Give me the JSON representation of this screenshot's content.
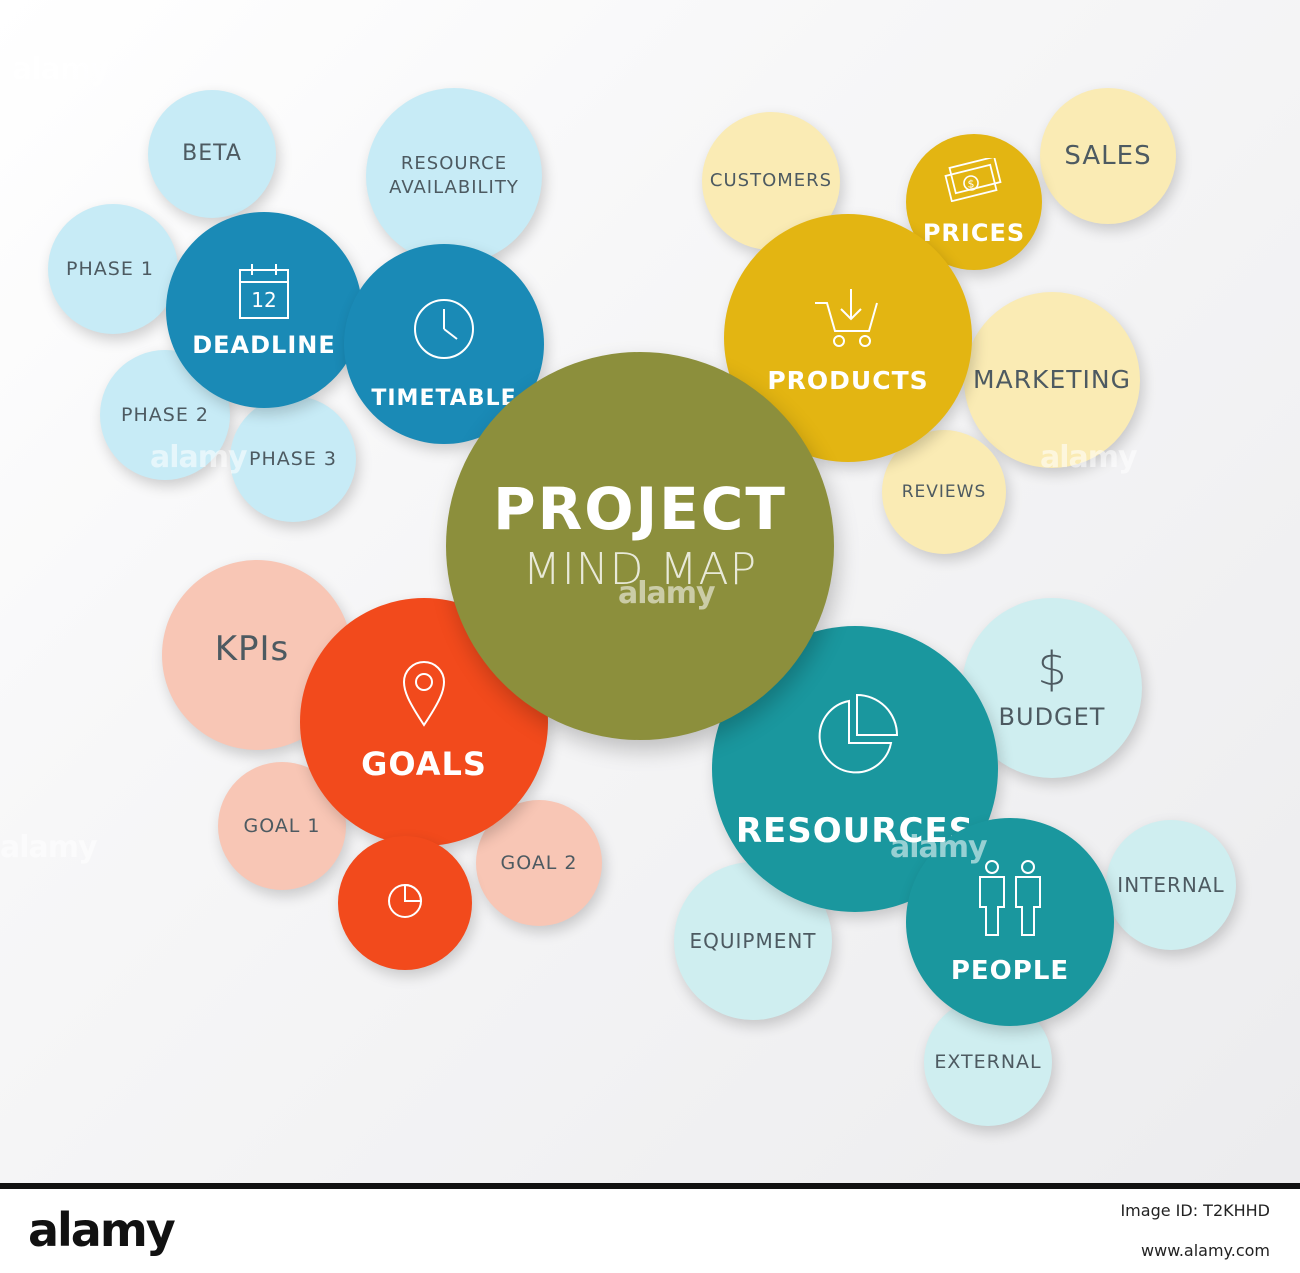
{
  "center": {
    "title": "PROJECT",
    "subtitle": "MIND MAP"
  },
  "timeline": {
    "beta": "BETA",
    "resource_availability_line1": "RESOURCE",
    "resource_availability_line2": "AVAILABILITY",
    "phase1": "PHASE 1",
    "deadline": "DEADLINE",
    "deadline_day": "12",
    "timetable": "TIMETABLE",
    "phase2": "PHASE 2",
    "phase3": "PHASE 3"
  },
  "market": {
    "customers": "CUSTOMERS",
    "prices": "PRICES",
    "sales": "SALES",
    "products": "PRODUCTS",
    "marketing": "MARKETING",
    "reviews": "REVIEWS"
  },
  "goals": {
    "kpis": "KPIs",
    "goals": "GOALS",
    "goal1": "GOAL 1",
    "goal2": "GOAL 2"
  },
  "resources": {
    "budget": "BUDGET",
    "resources": "RESOURCES",
    "internal": "INTERNAL",
    "equipment": "EQUIPMENT",
    "people": "PEOPLE",
    "external": "EXTERNAL"
  },
  "watermark": "alamy",
  "footer": {
    "brand": "alamy",
    "image_id_label": "Image ID: T2KHHD",
    "image_id": "",
    "url": "www.alamy.com"
  },
  "colors": {
    "light_blue": "#c7ebf6",
    "dark_blue": "#1a8ab6",
    "light_yellow": "#faebb4",
    "dark_yellow": "#e3b512",
    "olive": "#8c8f3c",
    "light_red": "#f8c6b5",
    "dark_red": "#f24a1c",
    "light_teal": "#cfeef0",
    "dark_teal": "#1a979e"
  },
  "icons": [
    "calendar-icon",
    "clock-icon",
    "cart-icon",
    "money-icon",
    "pin-icon",
    "pie-chart-icon",
    "dollar-icon",
    "people-icon"
  ]
}
